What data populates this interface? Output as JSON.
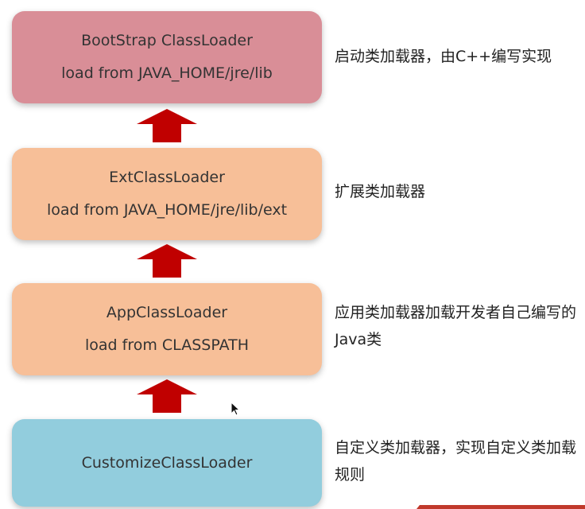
{
  "loaders": [
    {
      "name": "BootStrap ClassLoader",
      "detail": "load from JAVA_HOME/jre/lib",
      "description": "启动类加载器，由C++编写实现",
      "color": "#d98e97"
    },
    {
      "name": "ExtClassLoader",
      "detail": "load from JAVA_HOME/jre/lib/ext",
      "description": "扩展类加载器",
      "color": "#f7bf98"
    },
    {
      "name": "AppClassLoader",
      "detail": "load from CLASSPATH",
      "description": "应用类加载器加载开发者自己编写的Java类",
      "color": "#f7bf98"
    },
    {
      "name": "CustomizeClassLoader",
      "detail": "",
      "description": "自定义类加载器，实现自定义类加载规则",
      "color": "#92cddd"
    }
  ],
  "arrow_color": "#c00000"
}
